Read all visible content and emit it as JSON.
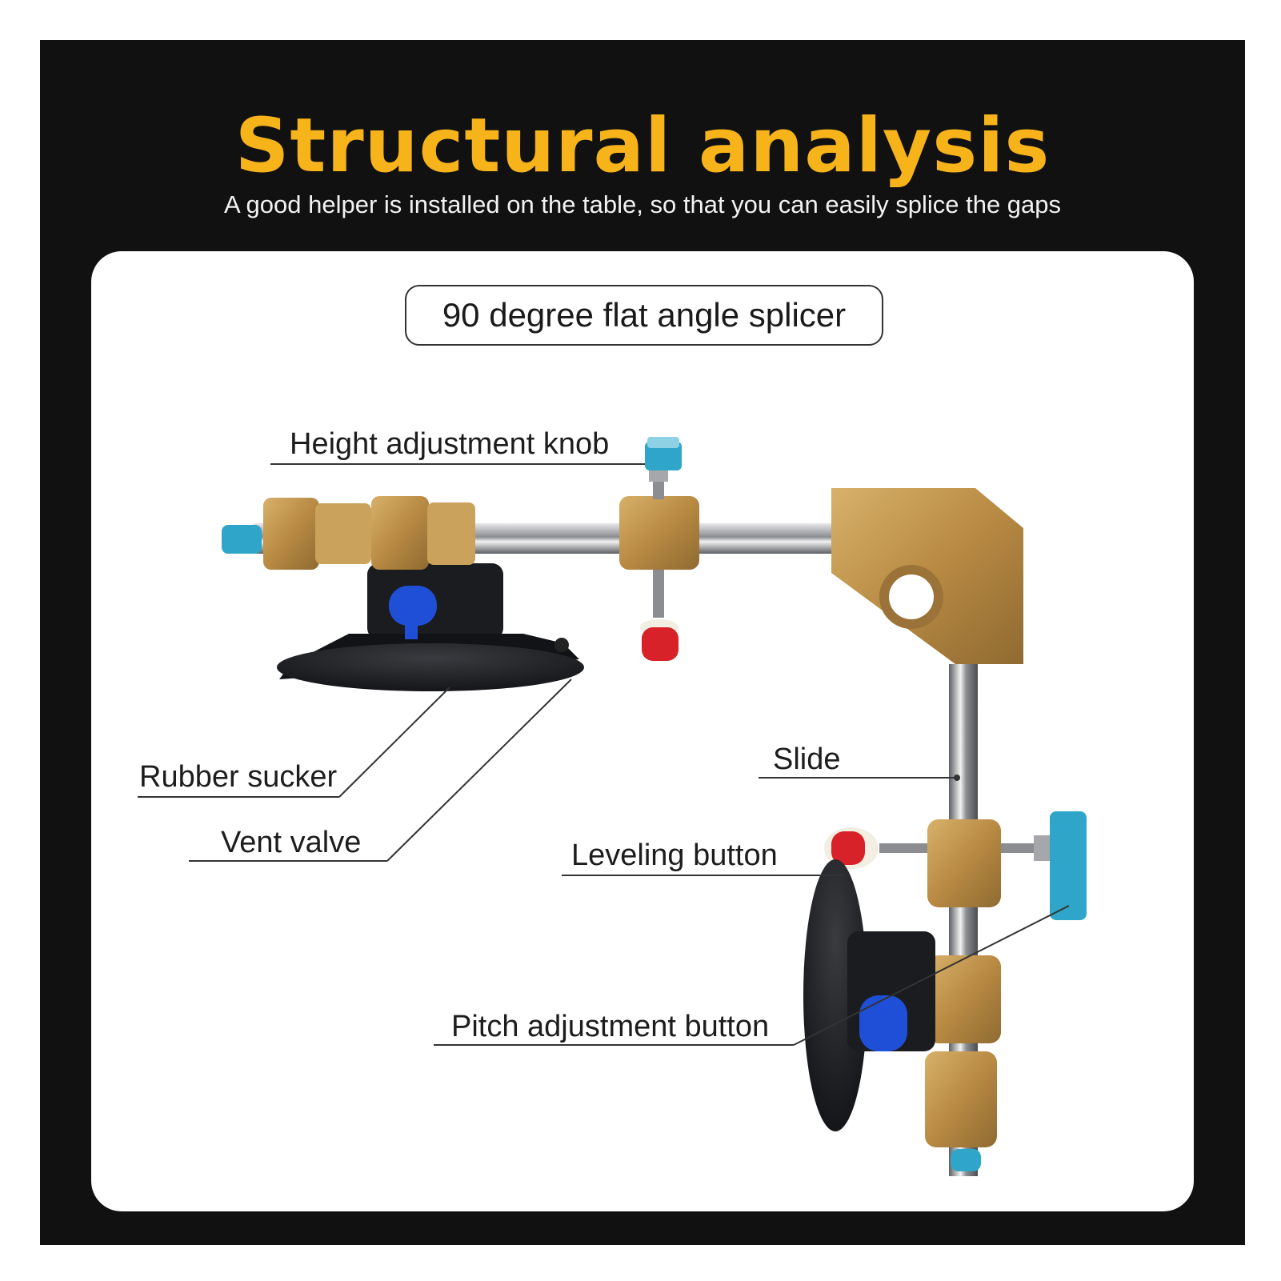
{
  "header": {
    "title": "Structural analysis",
    "subtitle": "A good helper is installed on the table, so that you can easily splice the gaps"
  },
  "product": {
    "label": "90 degree flat angle splicer"
  },
  "callouts": {
    "height_knob": "Height adjustment knob",
    "rubber_sucker": "Rubber sucker",
    "vent_valve": "Vent valve",
    "slide": "Slide",
    "leveling_button": "Leveling button",
    "pitch_button": "Pitch adjustment button"
  },
  "colors": {
    "frame": "#111111",
    "title": "#f6b31a",
    "brass": "#c49a52",
    "knob_cyan": "#2fa6c9",
    "knob_red": "#d8222a",
    "valve_blue": "#1f4fd6"
  }
}
